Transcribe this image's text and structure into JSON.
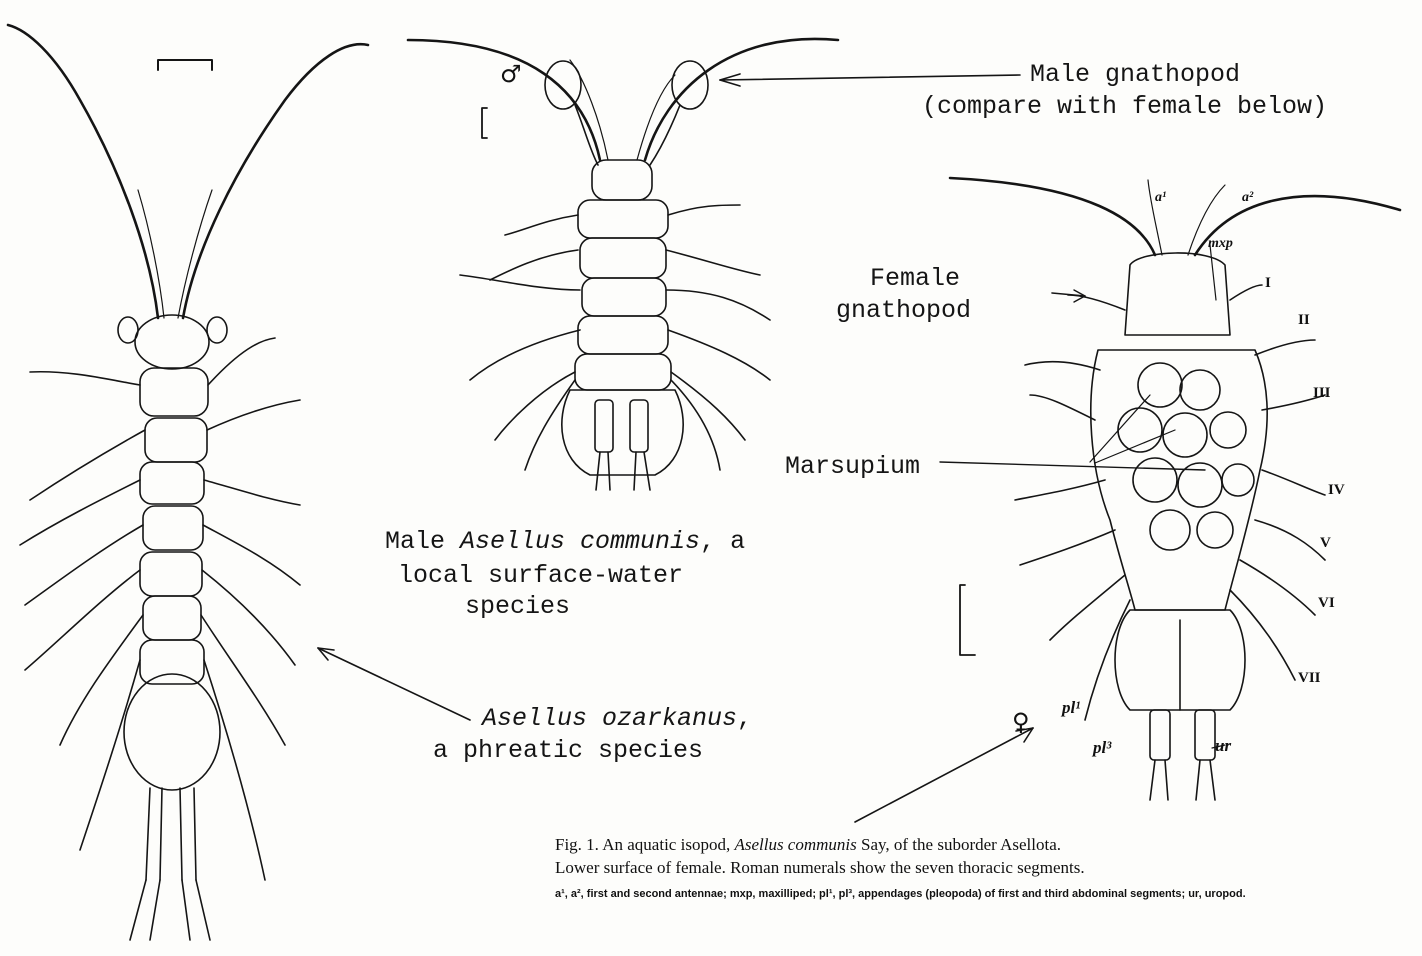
{
  "labels": {
    "male_gnathopod_1": "Male gnathopod",
    "male_gnathopod_2": "(compare with female below)",
    "female_gnathopod_1": "Female",
    "female_gnathopod_2": "gnathopod",
    "marsupium": "Marsupium",
    "male_caption_1a": "Male ",
    "male_caption_1b": "Asellus communis",
    "male_caption_1c": ", a",
    "male_caption_2": "local surface-water",
    "male_caption_3": "species",
    "ozark_caption_1a": "Asellus ozarkanus",
    "ozark_caption_1b": ",",
    "ozark_caption_2": "a phreatic species"
  },
  "part_labels": {
    "a1": "a¹",
    "a2": "a²",
    "mxp": "mxp",
    "I": "I",
    "II": "II",
    "III": "III",
    "IV": "IV",
    "V": "V",
    "VI": "VI",
    "VII": "VII",
    "pl1": "pl¹",
    "pl3": "pl³",
    "ur": "ur"
  },
  "symbols": {
    "male": "♂",
    "female": "♀"
  },
  "caption": {
    "line1a": "Fig. 1.  An aquatic isopod, ",
    "line1b": "Asellus communis",
    "line1c": " Say, of the suborder Asellota.",
    "line2": "Lower surface of female.  Roman numerals show the seven thoracic segments.",
    "note": "a¹, a², first and second antennae;  mxp, maxilliped;  pl¹, pl³, appendages (pleopoda) of first and third abdominal segments;  ur, uropod."
  }
}
